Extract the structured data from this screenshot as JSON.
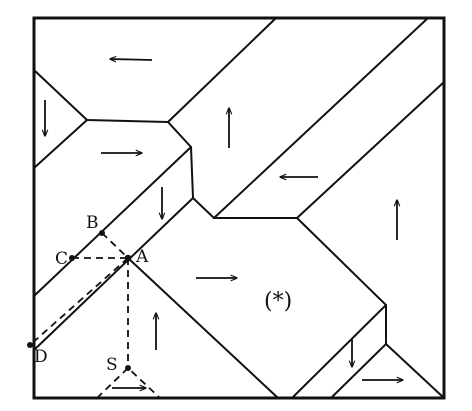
{
  "diagram": {
    "labels": {
      "B": "B",
      "C": "C",
      "A": "A",
      "D": "D",
      "S": "S",
      "star_region": "(*)"
    }
  }
}
